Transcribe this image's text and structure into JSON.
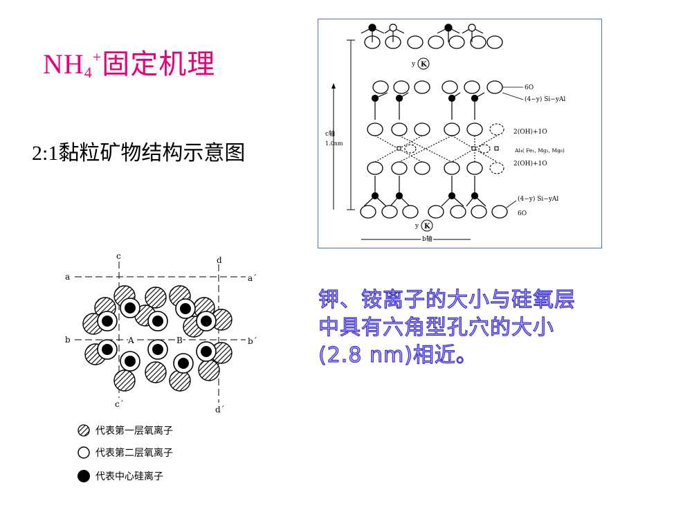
{
  "title": {
    "main": "NH",
    "sub": "4",
    "sup": "+",
    "rest": "固定机理"
  },
  "subtitle": "2:1黏粒矿物结构示意图",
  "description": [
    "钾、铵离子的大小与硅氧层",
    "中具有六角型孔穴的大小",
    "(2.8 nm)相近。"
  ],
  "layer_figure": {
    "k_label": "K",
    "y_label": "y",
    "c_axis": "c轴",
    "c_value": "1.0nm",
    "b_axis": "b轴",
    "labels": [
      "6O",
      "(4−y) Si−yAl",
      "2(OH)+1O",
      "Al₄( Fe₁, Mg₁, Mg₆)",
      "2(OH)+1O",
      "(4−y) Si−yAl",
      "6O"
    ]
  },
  "hex_figure": {
    "axis_labels": {
      "a": "a",
      "a2": "a´",
      "b": "b",
      "b2": "b´",
      "c": "c",
      "c2": "c´",
      "d": "d",
      "d2": "d´"
    },
    "center_labels": [
      "A",
      "B"
    ],
    "legend": [
      "代表第一层氧离子",
      "代表第二层氧离子",
      "代表中心硅离子"
    ]
  }
}
